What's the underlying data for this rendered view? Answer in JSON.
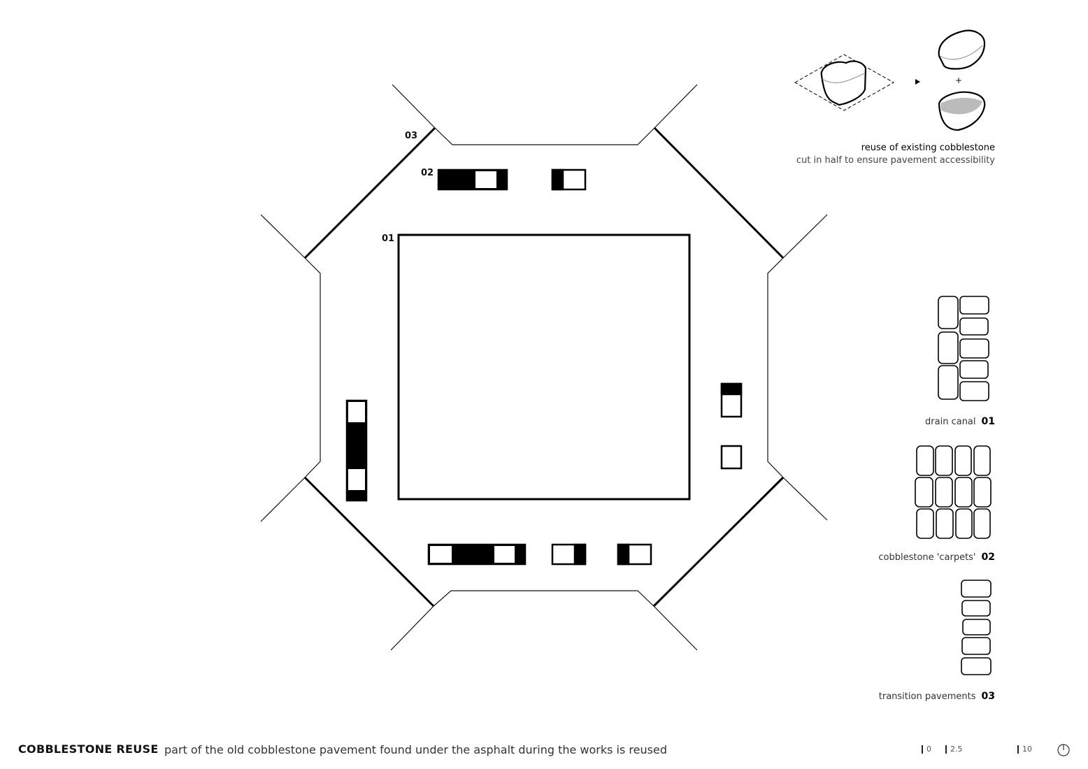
{
  "plan": {
    "labels": {
      "drain": "01",
      "carpets": "02",
      "transition": "03"
    }
  },
  "cutting_diagram": {
    "title": "reuse of existing cobblestone",
    "subtitle": "cut in half to ensure pavement accessibility",
    "plus": "+"
  },
  "legend": [
    {
      "label": "drain canal",
      "number": "01"
    },
    {
      "label": "cobblestone 'carpets'",
      "number": "02"
    },
    {
      "label": "transition pavements",
      "number": "03"
    }
  ],
  "footer": {
    "title": "COBBLESTONE REUSE",
    "description": "part of the old cobblestone pavement found under the asphalt during the works is reused",
    "scale": [
      "0",
      "2.5",
      "10"
    ],
    "north_icon": "north-arrow-icon"
  }
}
